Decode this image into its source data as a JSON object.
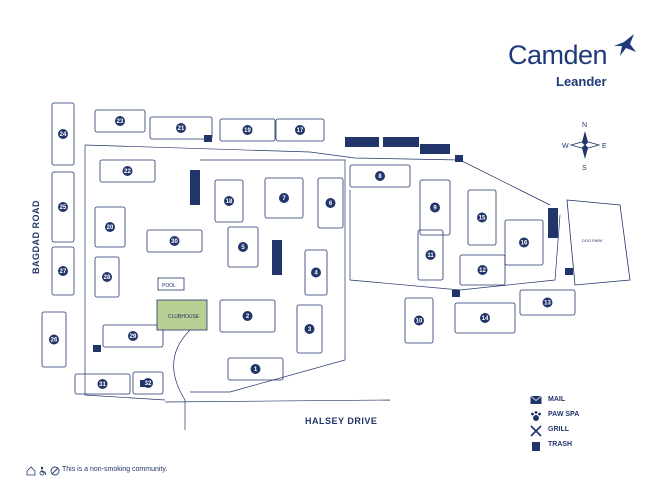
{
  "brand": {
    "name": "Camden",
    "location": "Leander"
  },
  "compass": {
    "n": "N",
    "s": "S",
    "e": "E",
    "w": "W"
  },
  "roads": {
    "west": "BAGDAD ROAD",
    "south": "HALSEY DRIVE"
  },
  "amenities": {
    "pool": "POOL",
    "clubhouse": "CLUBHOUSE",
    "dog_park": "DOG PARK"
  },
  "legend": [
    {
      "icon": "mail-icon",
      "label": "MAIL"
    },
    {
      "icon": "paw-spa-icon",
      "label": "PAW SPA"
    },
    {
      "icon": "grill-icon",
      "label": "GRILL"
    },
    {
      "icon": "trash-icon",
      "label": "TRASH"
    }
  ],
  "footer": {
    "note": "This is a non-smoking community."
  },
  "buildings": [
    "1",
    "2",
    "3",
    "4",
    "5",
    "6",
    "7",
    "8",
    "9",
    "10",
    "11",
    "12",
    "13",
    "14",
    "15",
    "16",
    "17",
    "18",
    "19",
    "20",
    "21",
    "22",
    "23",
    "24",
    "25",
    "26",
    "27",
    "28",
    "29",
    "30",
    "31",
    "32"
  ],
  "colors": {
    "ink": "#22356b",
    "brand": "#1f3a7a",
    "clubhouse": "#b9cf94",
    "paper": "#ffffff"
  }
}
